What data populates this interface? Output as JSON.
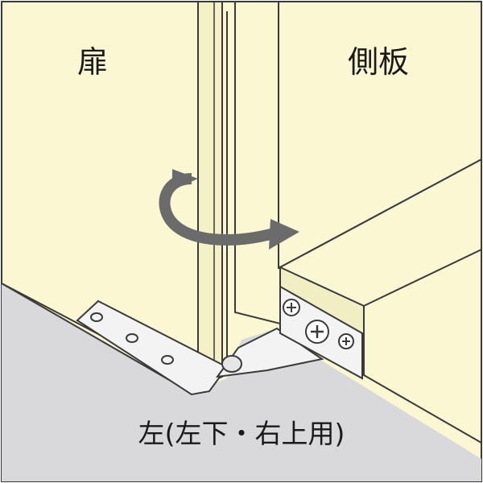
{
  "labels": {
    "door": "扉",
    "side_panel": "側板",
    "caption": "左(左下・右上用)"
  },
  "colors": {
    "panel_fill": "#faf7d2",
    "floor_fill": "#d9d9db",
    "line": "#3a3a3a",
    "arrow": "#6b6b6b",
    "hardware": "#f3f3f3"
  },
  "icons": {
    "rotation": "rotation-arrow-icon"
  }
}
